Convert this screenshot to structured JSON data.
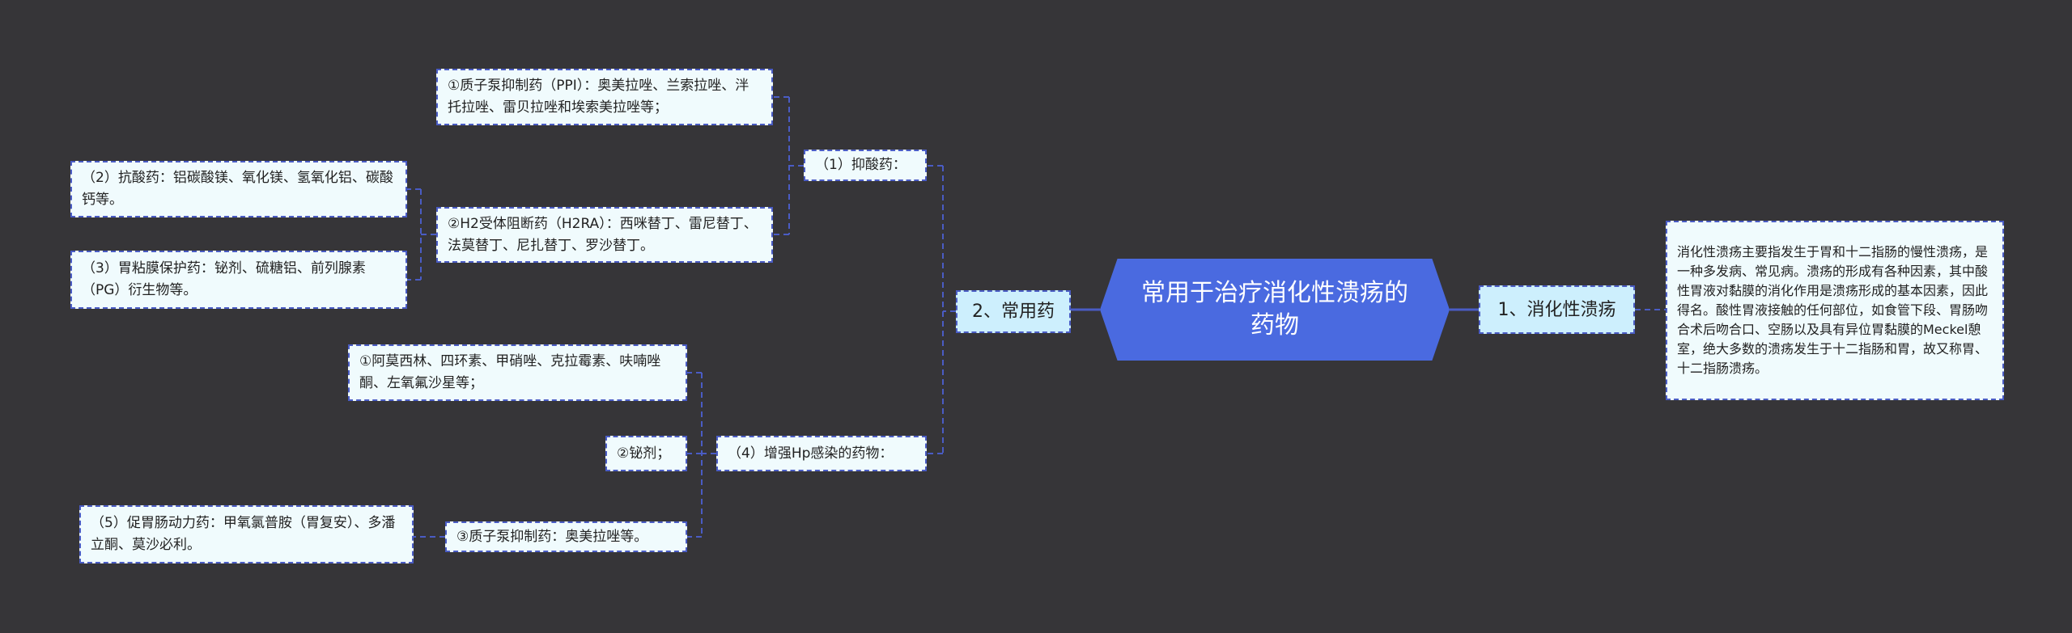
{
  "root": "常用于治疗消化性溃疡的药物",
  "right": {
    "label": "1、消化性溃疡",
    "description": "消化性溃疡主要指发生于胃和十二指肠的慢性溃疡，是一种多发病、常见病。溃疡的形成有各种因素，其中酸性胃液对黏膜的消化作用是溃疡形成的基本因素，因此得名。酸性胃液接触的任何部位，如食管下段、胃肠吻合术后吻合口、空肠以及具有异位胃黏膜的Meckel憩室，绝大多数的溃疡发生于十二指肠和胃，故又称胃、十二指肠溃疡。"
  },
  "left": {
    "label": "2、常用药",
    "acid": {
      "label": "（1）抑酸药：",
      "ppi": "①质子泵抑制药（PPI）：奥美拉唑、兰索拉唑、泮托拉唑、雷贝拉唑和埃索美拉唑等；",
      "h2ra": "②H2受体阻断药（H2RA）：西咪替丁、雷尼替丁、法莫替丁、尼扎替丁、罗沙替丁。",
      "antacid": "（2）抗酸药：铝碳酸镁、氧化镁、氢氧化铝、碳酸钙等。",
      "mucosa": "（3）胃粘膜保护药：铋剂、硫糖铝、前列腺素（PG）衍生物等。"
    },
    "hp": {
      "label": "（4）增强Hp感染的药物：",
      "antibiotics": "①阿莫西林、四环素、甲硝唑、克拉霉素、呋喃唑酮、左氧氟沙星等；",
      "bismuth": "②铋剂；",
      "ppi": "③质子泵抑制药：奥美拉唑等。",
      "prokinetic": "（5）促胃肠动力药：甲氧氯普胺（胃复安）、多潘立酮、莫沙必利。"
    }
  }
}
